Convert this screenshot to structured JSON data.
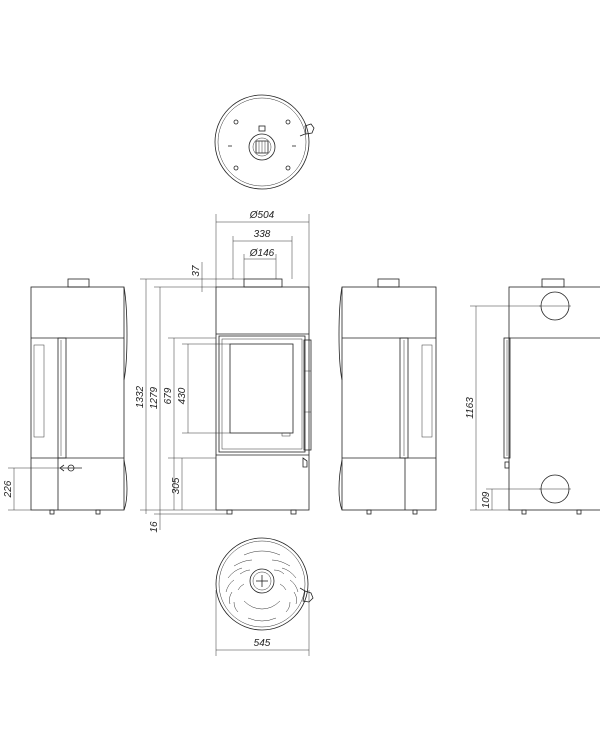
{
  "diagram": {
    "views": [
      "top-view",
      "left-side-view",
      "front-view",
      "right-side-view",
      "rear-view",
      "bottom-view"
    ]
  },
  "dimensions": {
    "diameter_body": "Ø504",
    "top_width": "338",
    "flue_diameter": "Ø146",
    "top_offset": "37",
    "total_height": "1332",
    "flue_height": "1279",
    "door_height": "679",
    "glass_height": "430",
    "door_bottom": "305",
    "foot_height": "16",
    "air_inlet_height": "226",
    "rear_flue_height": "1163",
    "rear_air_height": "109",
    "base_width": "545"
  }
}
